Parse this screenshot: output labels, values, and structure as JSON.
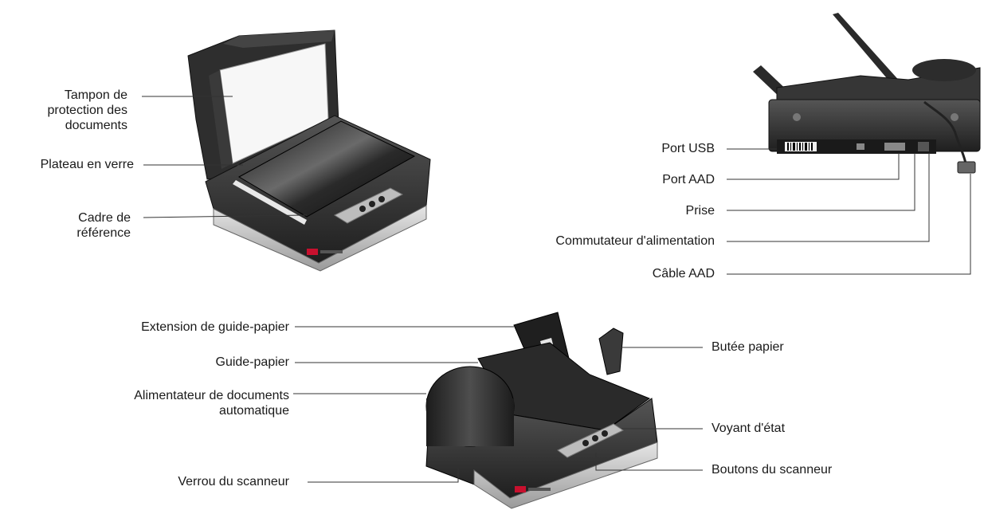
{
  "figure1": {
    "labels": {
      "document_pad": [
        "Tampon de",
        "protection des",
        "documents"
      ],
      "glass_plate": "Plateau en verre",
      "reference_frame": [
        "Cadre de",
        "référence"
      ]
    }
  },
  "figure2": {
    "labels": {
      "usb_port": "Port USB",
      "adf_port": "Port AAD",
      "power_outlet": "Prise",
      "power_switch": "Commutateur d'alimentation",
      "adf_cable": "Câble AAD"
    }
  },
  "figure3": {
    "labels": {
      "guide_extension": "Extension de guide-papier",
      "paper_guide": "Guide-papier",
      "adf": [
        "Alimentateur de documents",
        "automatique"
      ],
      "scanner_lock": "Verrou du scanneur",
      "paper_stop": "Butée papier",
      "status_light": "Voyant d'état",
      "scanner_buttons": "Boutons du scanneur"
    }
  },
  "colors": {
    "body_dark": "#2b2b2b",
    "body_mid": "#4a4a4a",
    "silver": "#c9c9c9",
    "brand_red": "#c8102e",
    "leader": "#333333"
  }
}
